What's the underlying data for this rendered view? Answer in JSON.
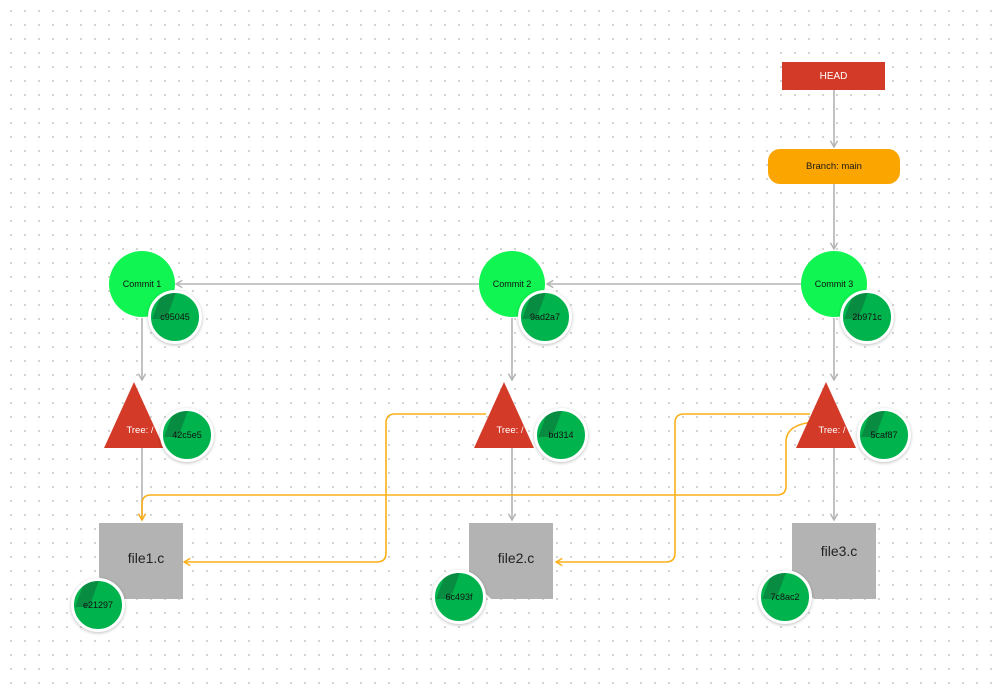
{
  "head": {
    "label": "HEAD"
  },
  "branch": {
    "label": "Branch: main"
  },
  "commits": [
    {
      "label": "Commit 1",
      "hash": "c95045"
    },
    {
      "label": "Commit 2",
      "hash": "9ad2a7"
    },
    {
      "label": "Commit 3",
      "hash": "2b971c"
    }
  ],
  "trees": [
    {
      "label": "Tree: /",
      "hash": "42c5e5"
    },
    {
      "label": "Tree: /",
      "hash": "bd314"
    },
    {
      "label": "Tree: /",
      "hash": "5caf87"
    }
  ],
  "files": [
    {
      "label": "file1.c",
      "hash": "e21297"
    },
    {
      "label": "file2.c",
      "hash": "6c493f"
    },
    {
      "label": "file3.c",
      "hash": "7c8ac2"
    }
  ],
  "colors": {
    "head": "#d33a28",
    "branch": "#fba600",
    "commit": "#10f552",
    "tree": "#d33a28",
    "file": "#b3b3b3",
    "hash_badge": "#00b34d",
    "arrow_gray": "#b3b3b3",
    "arrow_orange": "#fbb01a"
  }
}
